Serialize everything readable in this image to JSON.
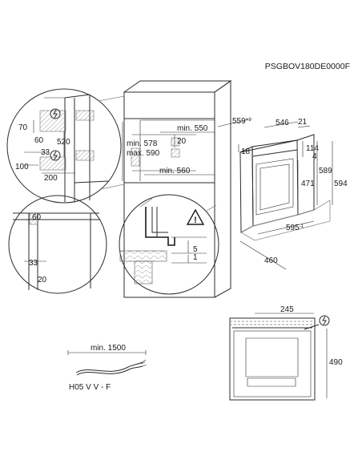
{
  "header": {
    "model_code": "PSGBOV180DE0000F"
  },
  "detail_top_left": {
    "dims": {
      "d70": "70",
      "d60": "60",
      "d520": "520",
      "d33": "33",
      "d100": "100",
      "d200": "200"
    }
  },
  "cabinet": {
    "min_550": "min. 550",
    "min_578": "min. 578",
    "max_590": "max. 590",
    "d20": "20",
    "min_560": "min. 560"
  },
  "oven_dims": {
    "w559": "559",
    "w559_tol": "+1",
    "w546": "546",
    "w21": "21",
    "h18": "18",
    "h114": "114",
    "h4": "4",
    "h471": "471",
    "h589": "589",
    "h594": "594",
    "w595": "595",
    "w595_tol": "-1",
    "d460": "460"
  },
  "detail_bottom_left": {
    "dims": {
      "d60": "60",
      "d33": "33",
      "d20": "20"
    }
  },
  "detail_bottom_mid": {
    "dims": {
      "d5": "5",
      "d1": "1"
    },
    "warning_symbol": "!"
  },
  "front_view": {
    "w245": "245",
    "h490": "490"
  },
  "cable": {
    "min_length": "min. 1500",
    "type": "H05 V V - F"
  }
}
